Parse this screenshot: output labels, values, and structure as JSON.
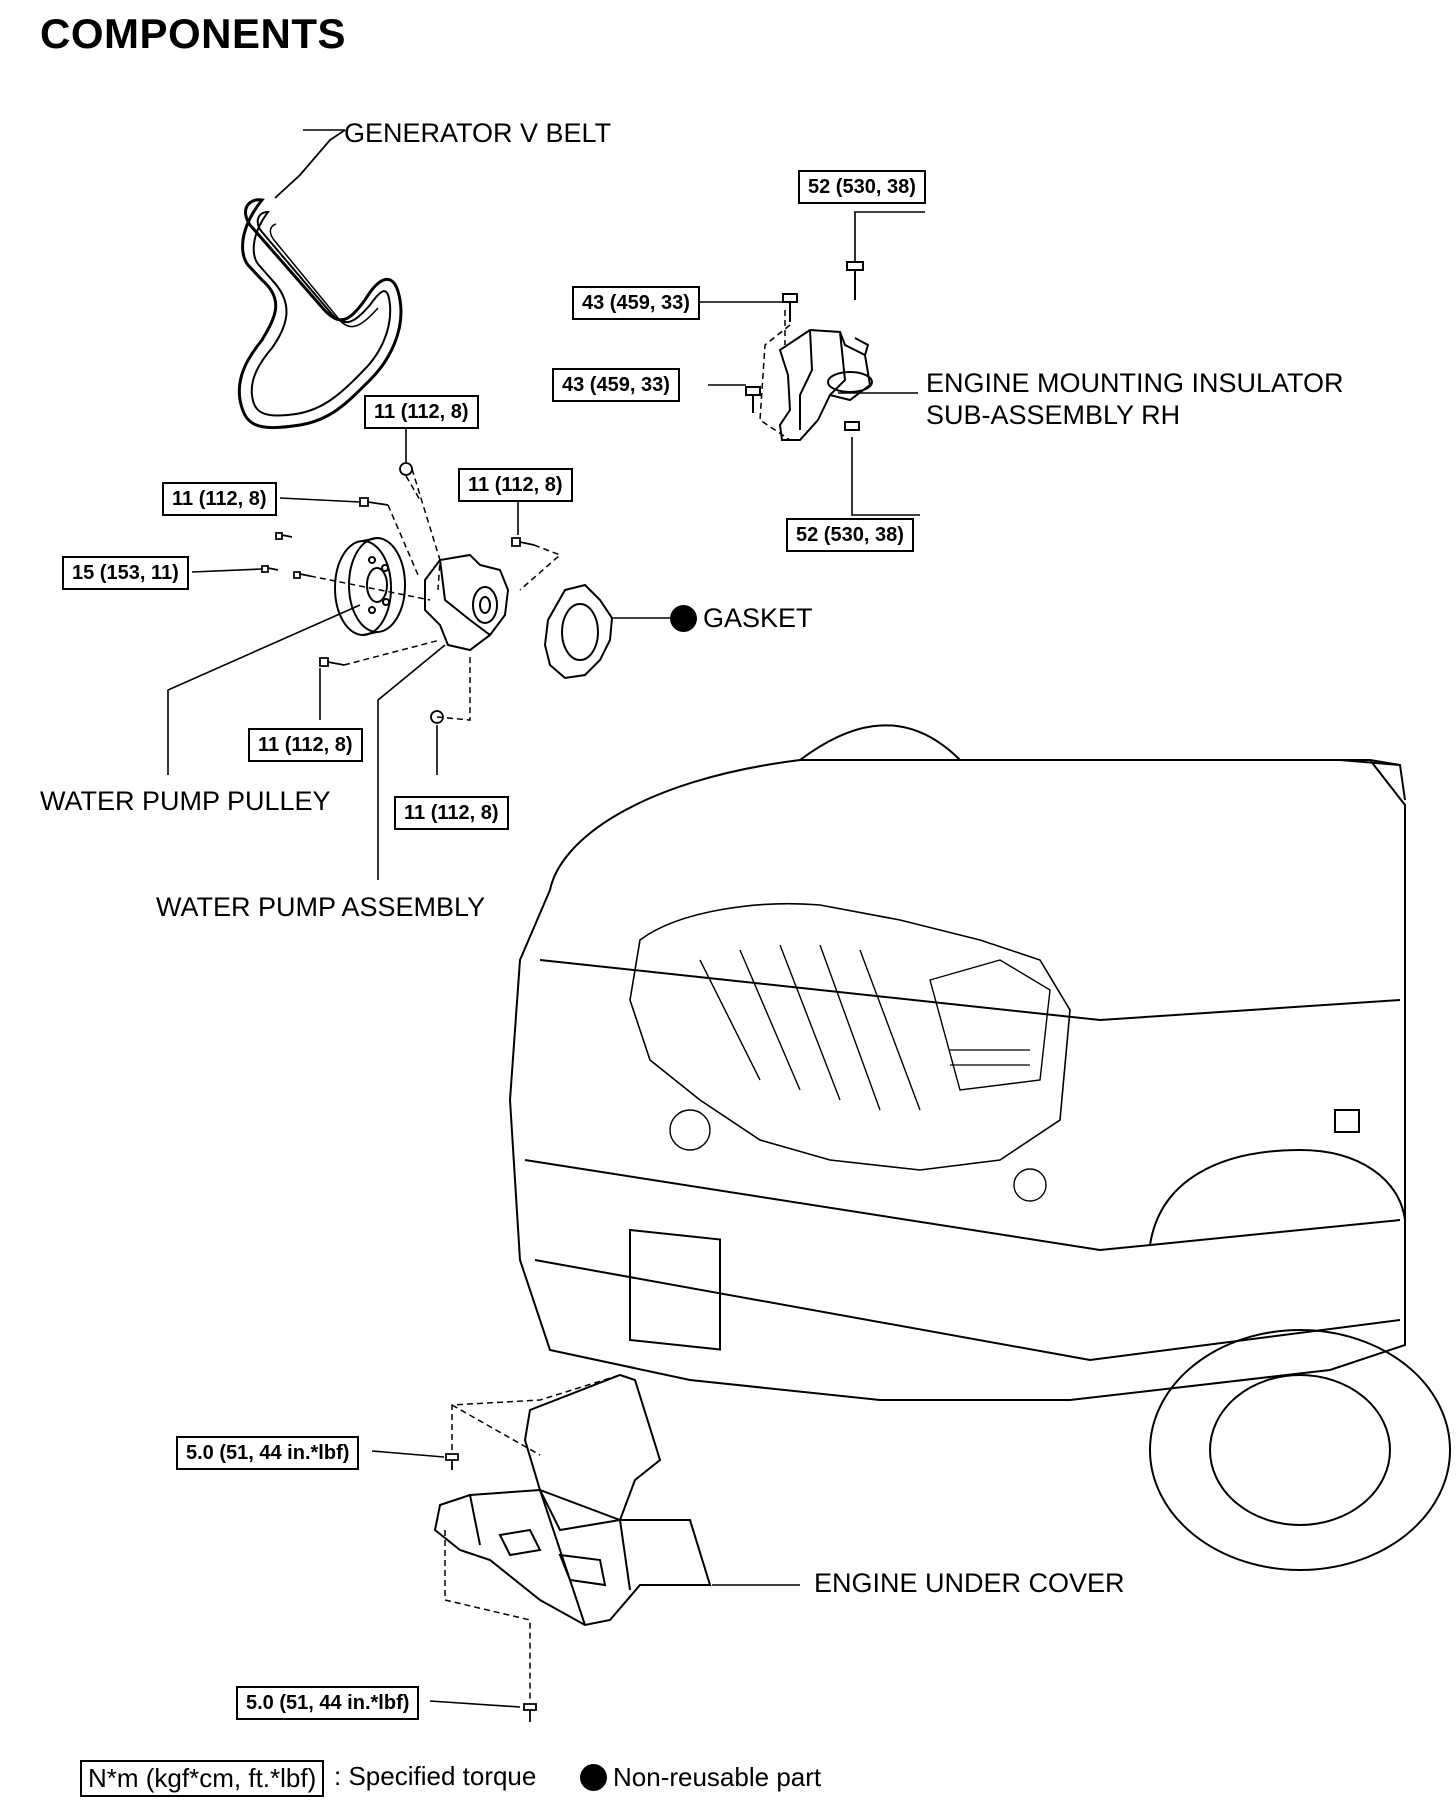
{
  "title": "COMPONENTS",
  "labels": {
    "generator_v_belt": "GENERATOR V BELT",
    "engine_mounting_1": "ENGINE MOUNTING INSULATOR",
    "engine_mounting_2": "SUB-ASSEMBLY RH",
    "gasket": "GASKET",
    "water_pump_pulley": "WATER PUMP PULLEY",
    "water_pump_assembly": "WATER PUMP ASSEMBLY",
    "engine_under_cover": "ENGINE UNDER COVER"
  },
  "torques": {
    "mount_top": "52 (530, 38)",
    "mount_upper_left": "43 (459, 33)",
    "mount_lower_left": "43 (459, 33)",
    "mount_bottom": "52 (530, 38)",
    "pump_top": "11 (112, 8)",
    "pump_left": "11 (112, 8)",
    "pump_right": "11 (112, 8)",
    "pulley": "15 (153, 11)",
    "pump_bottom_left": "11 (112, 8)",
    "pump_bottom_right": "11 (112, 8)",
    "cover_upper": "5.0 (51, 44 in.*lbf)",
    "cover_lower": "5.0 (51, 44 in.*lbf)"
  },
  "legend": {
    "unit_box": "N*m (kgf*cm, ft.*lbf)",
    "unit_desc": ": Specified torque",
    "nonreusable": "Non-reusable part"
  }
}
